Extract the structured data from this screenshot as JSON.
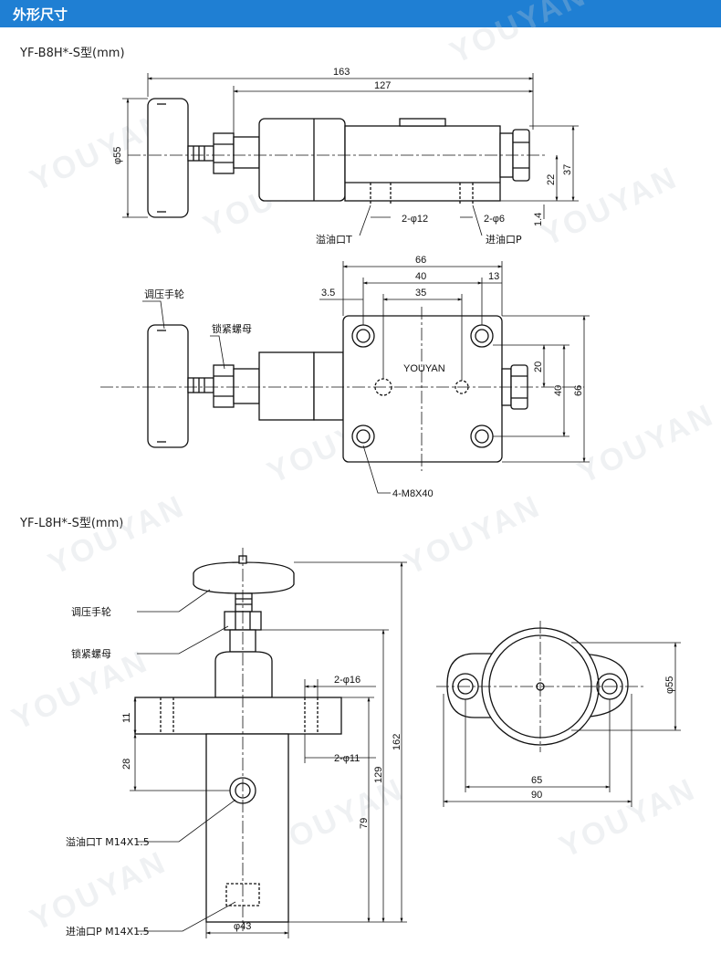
{
  "header": {
    "title": "外形尺寸",
    "accent": "#1f7fd3"
  },
  "watermark": {
    "text": "YOUYAN"
  },
  "view1": {
    "model": "YF-B8H*-S型(mm)",
    "dims": {
      "overall_length": "163",
      "body_length": "127",
      "handwheel_dia": "φ55",
      "height_22": "22",
      "height_37": "37",
      "offset_1_4": "1.4",
      "port_t_dia": "2-φ12",
      "port_p_dia": "2-φ6"
    },
    "labels": {
      "port_t": "溢油口T",
      "port_p": "进油口P"
    }
  },
  "view2": {
    "dims": {
      "width_66": "66",
      "width_40": "40",
      "width_13": "13",
      "offset_3_5": "3.5",
      "hole_35": "35",
      "v_20": "20",
      "v_40": "40",
      "v_66": "66"
    },
    "labels": {
      "handwheel": "调压手轮",
      "locknut": "锁紧螺母",
      "brand": "YOUYAN",
      "screws": "4-M8X40"
    }
  },
  "view3": {
    "model": "YF-L8H*-S型(mm)",
    "dims": {
      "flange_hole_big": "2-φ16",
      "flange_hole_small": "2-φ11",
      "h_11": "11",
      "h_28": "28",
      "h_162": "162",
      "h_129": "129",
      "h_79": "79",
      "dia_43": "φ43",
      "dia_55": "φ55",
      "w_65": "65",
      "w_90": "90"
    },
    "labels": {
      "handwheel": "调压手轮",
      "locknut": "锁紧螺母",
      "port_t": "溢油口T M14X1.5",
      "port_p": "进油口P M14X1.5"
    }
  }
}
